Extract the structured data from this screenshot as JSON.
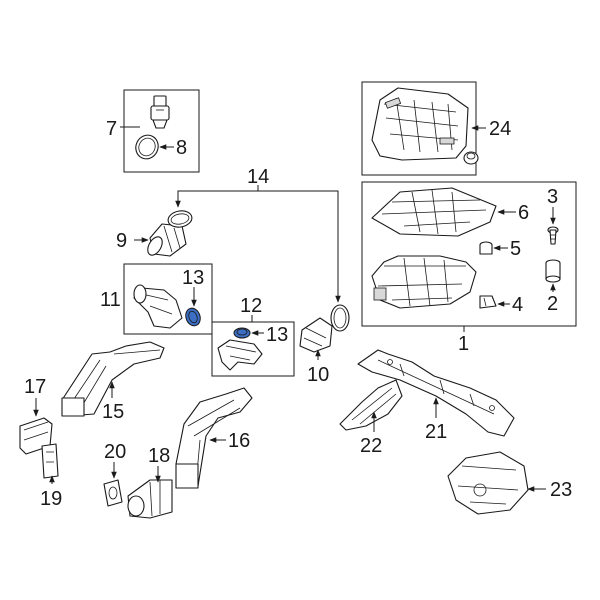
{
  "callouts": {
    "c1": "1",
    "c2": "2",
    "c3": "3",
    "c4": "4",
    "c5": "5",
    "c6": "6",
    "c7": "7",
    "c8": "8",
    "c9": "9",
    "c10": "10",
    "c11": "11",
    "c12": "12",
    "c13a": "13",
    "c13b": "13",
    "c14": "14",
    "c15": "15",
    "c16": "16",
    "c17": "17",
    "c18": "18",
    "c19": "19",
    "c20": "20",
    "c21": "21",
    "c22": "22",
    "c23": "23",
    "c24": "24"
  },
  "colors": {
    "line": "#1a1a1a",
    "seal_highlight": "#3c6fc4",
    "background": "#ffffff"
  }
}
